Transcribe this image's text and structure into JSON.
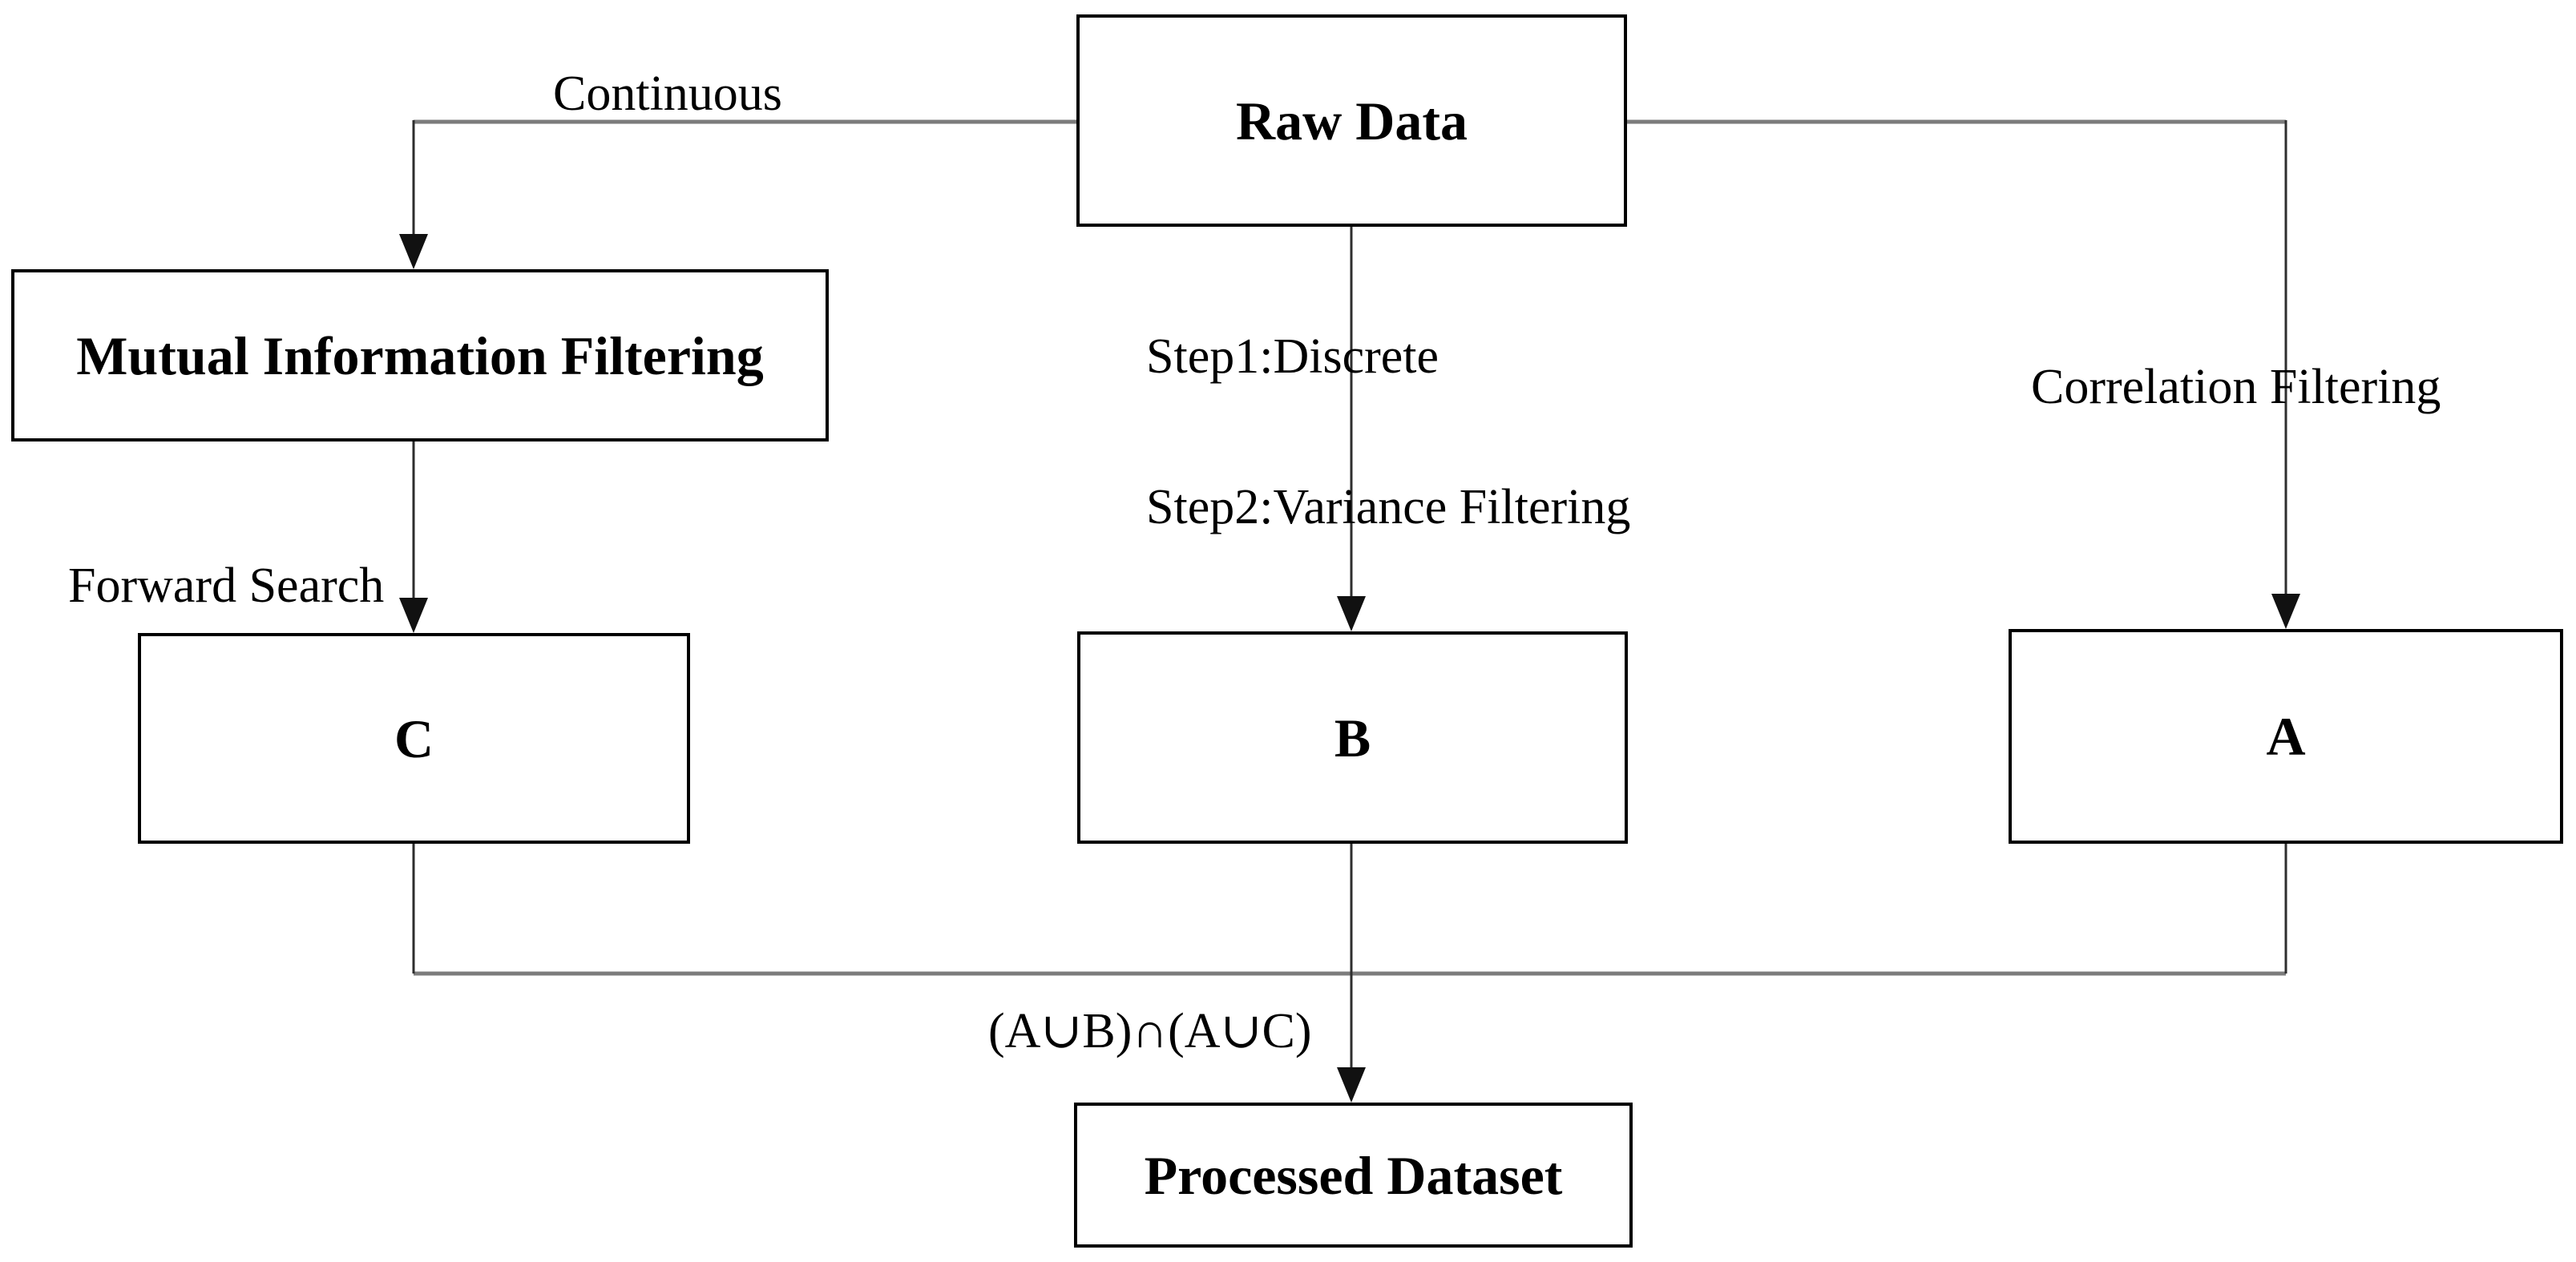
{
  "diagram": {
    "nodes": {
      "raw_data": {
        "label": "Raw Data"
      },
      "mutual_information_filtering": {
        "label": "Mutual Information Filtering"
      },
      "c": {
        "label": "C"
      },
      "b": {
        "label": "B"
      },
      "a": {
        "label": "A"
      },
      "processed_dataset": {
        "label": "Processed Dataset"
      }
    },
    "edge_labels": {
      "continuous": "Continuous",
      "step1": "Step1:Discrete",
      "step2": "Step2:Variance Filtering",
      "correlation_filtering": "Correlation Filtering",
      "forward_search": "Forward Search",
      "set_expression": "(A∪B)∩(A∪C)"
    },
    "edges": [
      {
        "from": "Raw Data",
        "to": "Mutual Information Filtering",
        "label": "Continuous"
      },
      {
        "from": "Raw Data",
        "to": "B",
        "label": "Step1:Discrete"
      },
      {
        "from": "Raw Data",
        "to": "B",
        "label": "Step2:Variance Filtering"
      },
      {
        "from": "Raw Data",
        "to": "A",
        "label": "Correlation Filtering"
      },
      {
        "from": "Mutual Information Filtering",
        "to": "C",
        "label": "Forward Search"
      },
      {
        "from": "C",
        "to": "Processed Dataset",
        "label": ""
      },
      {
        "from": "B",
        "to": "Processed Dataset",
        "label": "(A∪B)∩(A∪C)"
      },
      {
        "from": "A",
        "to": "Processed Dataset",
        "label": ""
      }
    ],
    "colors": {
      "background": "#ffffff",
      "box_border": "#000000",
      "text": "#000000",
      "rail_gray": "#7c7c7c",
      "arrow_dark": "#2e2e2e"
    }
  }
}
